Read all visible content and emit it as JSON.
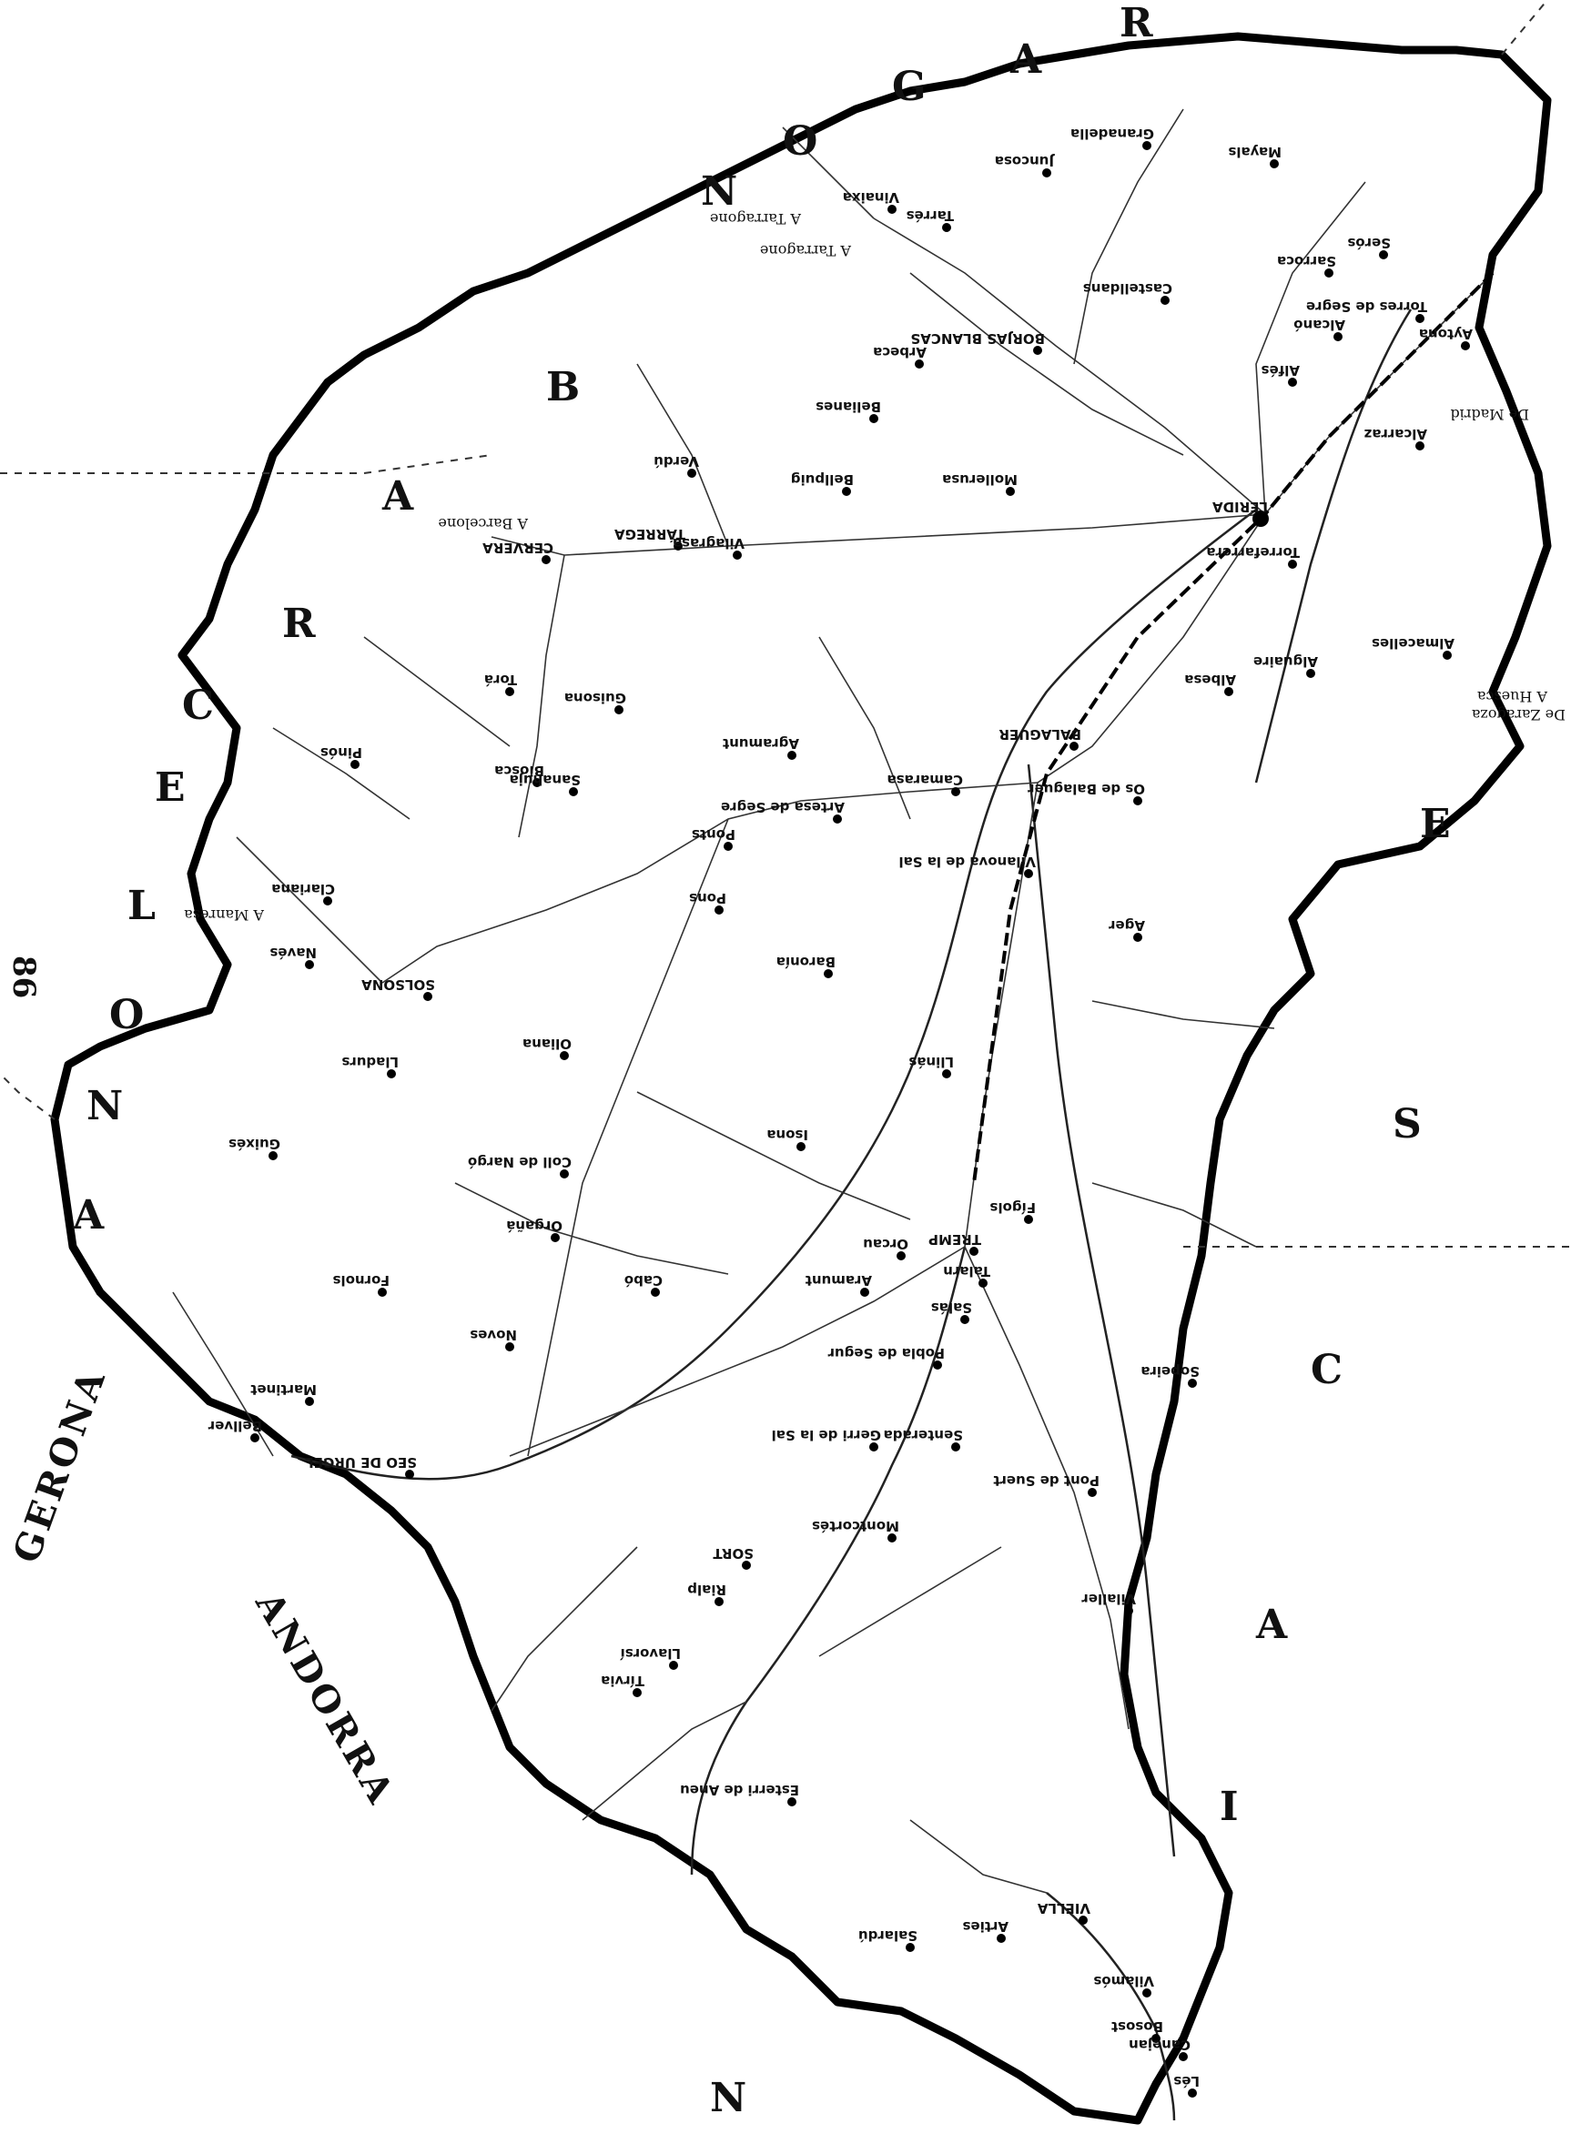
{
  "page_number": "86",
  "neighbours": {
    "north_letters": [
      "R",
      "A",
      "G",
      "O",
      "N"
    ],
    "east_letters": [
      "E",
      "S",
      "C",
      "A",
      "I",
      "N"
    ],
    "west_letters": [
      "B",
      "A",
      "R",
      "C",
      "E",
      "L",
      "O",
      "N",
      "A"
    ],
    "gerona": "GERONA",
    "andorra": "ANDORRA"
  },
  "road_labels": {
    "to_tarragona_1": "A Tarragone",
    "to_tarragona_2": "A Tarragone",
    "to_barcelona": "A Barcelone",
    "to_manresa": "A Manresa",
    "to_madrid": "De Madrid",
    "to_zaragoza": "De Zaragoza",
    "to_huesca": "A Huesca"
  },
  "towns": [
    {
      "id": "lerida",
      "name": "LÉRIDA",
      "capital": true
    },
    {
      "id": "balaguer",
      "name": "BALAGUER"
    },
    {
      "id": "cervera",
      "name": "CERVERA"
    },
    {
      "id": "solsona",
      "name": "SOLSONA"
    },
    {
      "id": "tremp",
      "name": "TREMP"
    },
    {
      "id": "seo",
      "name": "SEO DE URGEL"
    },
    {
      "id": "sort",
      "name": "SORT"
    },
    {
      "id": "viella",
      "name": "VIELLA"
    },
    {
      "id": "borjas",
      "name": "BORJAS BLANCAS"
    },
    {
      "id": "tarrega",
      "name": "TÁRREGA"
    },
    {
      "id": "bellpuig",
      "name": "Bellpuig"
    },
    {
      "id": "mollerusa",
      "name": "Mollerusa"
    },
    {
      "id": "agramunt",
      "name": "Agramunt"
    },
    {
      "id": "artesa",
      "name": "Artesa de Segre"
    },
    {
      "id": "pons",
      "name": "Pons"
    },
    {
      "id": "oliana",
      "name": "Oliana"
    },
    {
      "id": "organya",
      "name": "Orgañá"
    },
    {
      "id": "coll",
      "name": "Coll de Nargó"
    },
    {
      "id": "pobla",
      "name": "Pobla de Segur"
    },
    {
      "id": "gerri",
      "name": "Gerri de la Sal"
    },
    {
      "id": "esterri",
      "name": "Esterri de Aneu"
    },
    {
      "id": "bosost",
      "name": "Bosost"
    },
    {
      "id": "isona",
      "name": "Isona"
    },
    {
      "id": "almacelles",
      "name": "Almacelles"
    },
    {
      "id": "alcarraz",
      "name": "Alcarraz"
    },
    {
      "id": "seros",
      "name": "Serós"
    },
    {
      "id": "mayals",
      "name": "Mayals"
    },
    {
      "id": "granadella",
      "name": "Granadella"
    },
    {
      "id": "juncosa",
      "name": "Juncosa"
    },
    {
      "id": "vilagrasa",
      "name": "Vilagrasa"
    },
    {
      "id": "guissona",
      "name": "Guisona"
    },
    {
      "id": "torrefarrera",
      "name": "Torrefarrera"
    },
    {
      "id": "alguaire",
      "name": "Alguaire"
    },
    {
      "id": "albesa",
      "name": "Albesa"
    },
    {
      "id": "os",
      "name": "Os de Balaguer"
    },
    {
      "id": "ager",
      "name": "Ager"
    },
    {
      "id": "camarasa",
      "name": "Camarasa"
    },
    {
      "id": "baronia",
      "name": "Baronía"
    },
    {
      "id": "llinas",
      "name": "Llinás"
    },
    {
      "id": "ponts",
      "name": "Ponts"
    },
    {
      "id": "biosca",
      "name": "Biosca"
    },
    {
      "id": "navés",
      "name": "Navés"
    },
    {
      "id": "guixes",
      "name": "Guixés"
    },
    {
      "id": "fornols",
      "name": "Fornols"
    },
    {
      "id": "bellver",
      "name": "Bellver"
    },
    {
      "id": "martinet",
      "name": "Martinet"
    },
    {
      "id": "noves",
      "name": "Noves"
    },
    {
      "id": "tirvia",
      "name": "Tírvia"
    },
    {
      "id": "llavorsi",
      "name": "Llavorsí"
    },
    {
      "id": "rialp",
      "name": "Rialp"
    },
    {
      "id": "montcortes",
      "name": "Montcortés"
    },
    {
      "id": "senterada",
      "name": "Senterada"
    },
    {
      "id": "pont",
      "name": "Pont de Suert"
    },
    {
      "id": "vilaller",
      "name": "Vilaller"
    },
    {
      "id": "les",
      "name": "Lés"
    },
    {
      "id": "salardu",
      "name": "Salardú"
    },
    {
      "id": "arties",
      "name": "Arties"
    },
    {
      "id": "vilamos",
      "name": "Vilamós"
    },
    {
      "id": "canejan",
      "name": "Canejan"
    },
    {
      "id": "talarn",
      "name": "Talarn"
    },
    {
      "id": "salas",
      "name": "Salás"
    },
    {
      "id": "orcau",
      "name": "Orcau"
    },
    {
      "id": "figols",
      "name": "Fígols"
    },
    {
      "id": "vilanova",
      "name": "Vilanova de la Sal"
    },
    {
      "id": "aytona",
      "name": "Aytona"
    },
    {
      "id": "torres",
      "name": "Torres de Segre"
    },
    {
      "id": "sarroca",
      "name": "Sarroca"
    },
    {
      "id": "alcano",
      "name": "Alcanó"
    },
    {
      "id": "alfes",
      "name": "Alfés"
    },
    {
      "id": "castelldans",
      "name": "Castelldans"
    },
    {
      "id": "arbeca",
      "name": "Arbeca"
    },
    {
      "id": "tarres",
      "name": "Tarrés"
    },
    {
      "id": "vinaixa",
      "name": "Vinaixa"
    },
    {
      "id": "belianes",
      "name": "Belianes"
    },
    {
      "id": "verdu",
      "name": "Verdú"
    },
    {
      "id": "sanaüja",
      "name": "Sanahuja"
    },
    {
      "id": "torá",
      "name": "Torá"
    },
    {
      "id": "pinos",
      "name": "Pinós"
    },
    {
      "id": "clariana",
      "name": "Clariana"
    },
    {
      "id": "lladurs",
      "name": "Lladurs"
    },
    {
      "id": "cabó",
      "name": "Cabó"
    },
    {
      "id": "aramunt",
      "name": "Aramunt"
    },
    {
      "id": "sopeira",
      "name": "Sopeira"
    }
  ]
}
